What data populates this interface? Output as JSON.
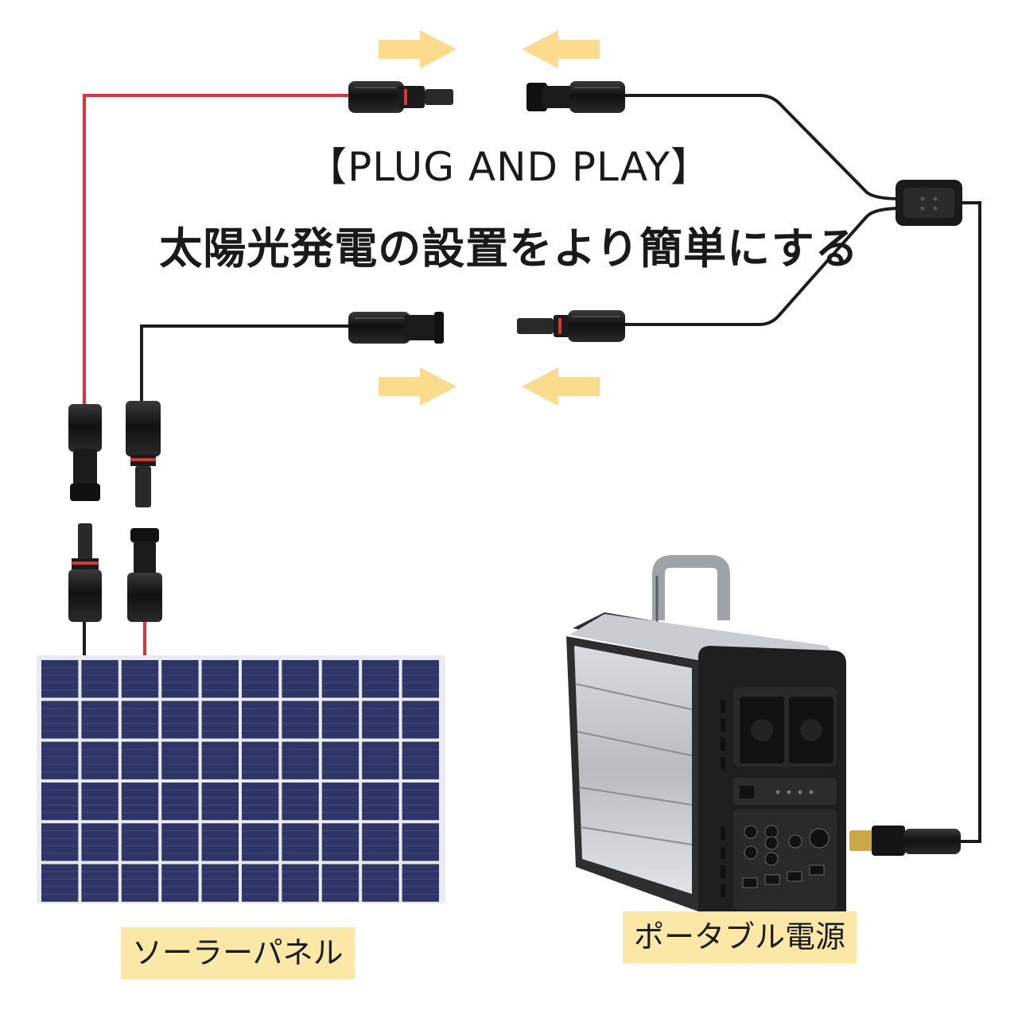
{
  "headline": {
    "english": "【PLUG AND PLAY】",
    "japanese": "太陽光発電の設置をより簡単にする"
  },
  "labels": {
    "solar_panel": "ソーラーパネル",
    "portable_power": "ポータブル電源"
  },
  "colors": {
    "positive_wire": "#e0323c",
    "negative_wire": "#1c1c1c",
    "arrow": "#fbdc8c",
    "panel_cell": "#2f3566",
    "panel_grid": "#e8ecf2",
    "caption_bg": "#fbe8a6"
  },
  "icons": {
    "arrow": "arrow-icon",
    "connector": "mc4-connector-icon",
    "panel": "solar-panel-icon",
    "station": "portable-power-station-icon"
  }
}
